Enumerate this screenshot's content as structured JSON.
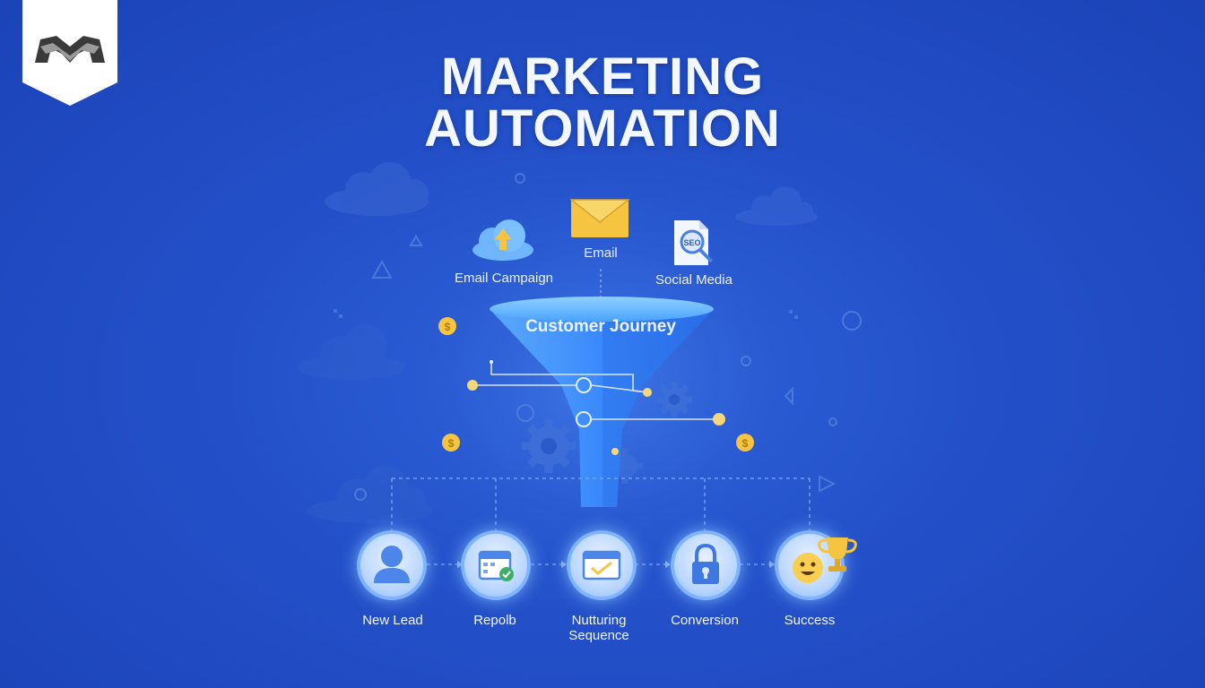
{
  "title": {
    "line1": "MARKETING",
    "line2": "AUTOMATION"
  },
  "sources": [
    {
      "label": "Email Campaign",
      "icon": "cloud-upload-icon"
    },
    {
      "label": "Email",
      "icon": "envelope-icon"
    },
    {
      "label": "Social Media",
      "icon": "seo-document-icon"
    }
  ],
  "funnel": {
    "label": "Customer Journey"
  },
  "stages": [
    {
      "label": "New Lead",
      "icon": "user-icon"
    },
    {
      "label": "Repolb",
      "icon": "calendar-check-icon"
    },
    {
      "label": "Nutturing Sequence",
      "icon": "calendar-heart-icon"
    },
    {
      "label": "Conversion",
      "icon": "padlock-icon"
    },
    {
      "label": "Success",
      "icon": "smiley-trophy-icon"
    }
  ],
  "colors": {
    "background": "#2350c9",
    "funnel": "#4aa3ff",
    "coin": "#f5c542",
    "text": "#f3f7ff"
  }
}
